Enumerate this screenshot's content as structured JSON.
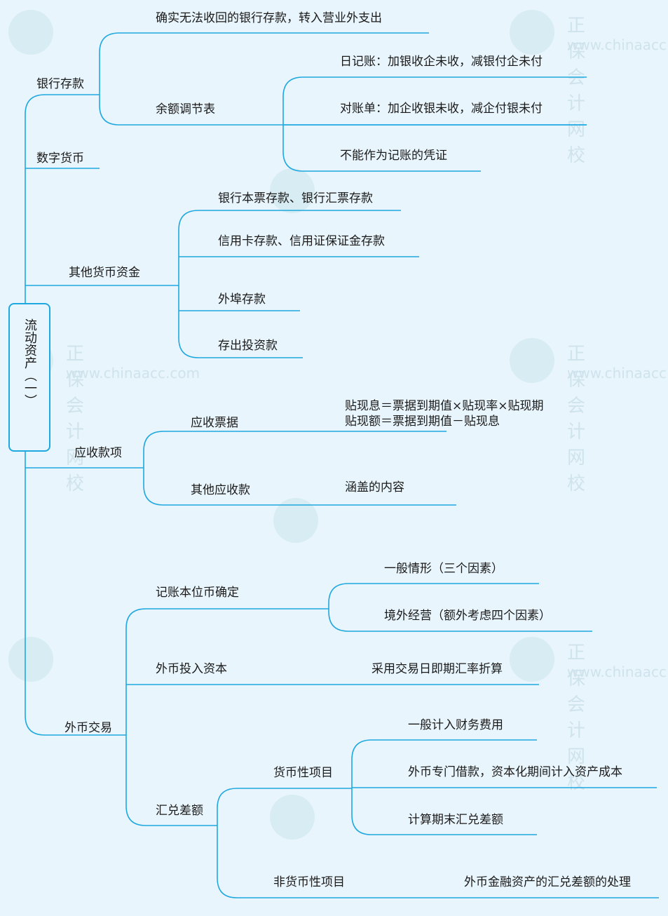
{
  "watermark": {
    "brand": "正保会计网校",
    "url": "www.chinaacc.com"
  },
  "colors": {
    "line": "#1ea8e0",
    "background": "#e9f5fc"
  },
  "root": "流动资产（一）",
  "bank": {
    "label": "银行存款",
    "writeoff": "确实无法收回的银行存款，转入营业外支出",
    "reconcile": {
      "label": "余额调节表",
      "items": [
        "日记账：加银收企未收，减银付企未付",
        "对账单：加企收银未收，减企付银未付",
        "不能作为记账的凭证"
      ]
    }
  },
  "digital": {
    "label": "数字货币"
  },
  "other_funds": {
    "label": "其他货币资金",
    "items": [
      "银行本票存款、银行汇票存款",
      "信用卡存款、信用证保证金存款",
      "外埠存款",
      "存出投资款"
    ]
  },
  "receivables": {
    "label": "应收款项",
    "notes": {
      "label": "应收票据",
      "formula1": "贴现息＝票据到期值×贴现率×贴现期",
      "formula2": "贴现额＝票据到期值－贴现息"
    },
    "other": {
      "label": "其他应收款",
      "detail": "涵盖的内容"
    }
  },
  "fx": {
    "label": "外币交易",
    "functional": {
      "label": "记账本位币确定",
      "items": [
        "一般情形（三个因素）",
        "境外经营（额外考虑四个因素）"
      ]
    },
    "capital": {
      "label": "外币投入资本",
      "detail": "采用交易日即期汇率折算"
    },
    "diff": {
      "label": "汇兑差额",
      "monetary": {
        "label": "货币性项目",
        "items": [
          "一般计入财务费用",
          "外币专门借款，资本化期间计入资产成本",
          "计算期末汇兑差额"
        ]
      },
      "nonmonetary": {
        "label": "非货币性项目",
        "detail": "外币金融资产的汇兑差额的处理"
      }
    }
  }
}
